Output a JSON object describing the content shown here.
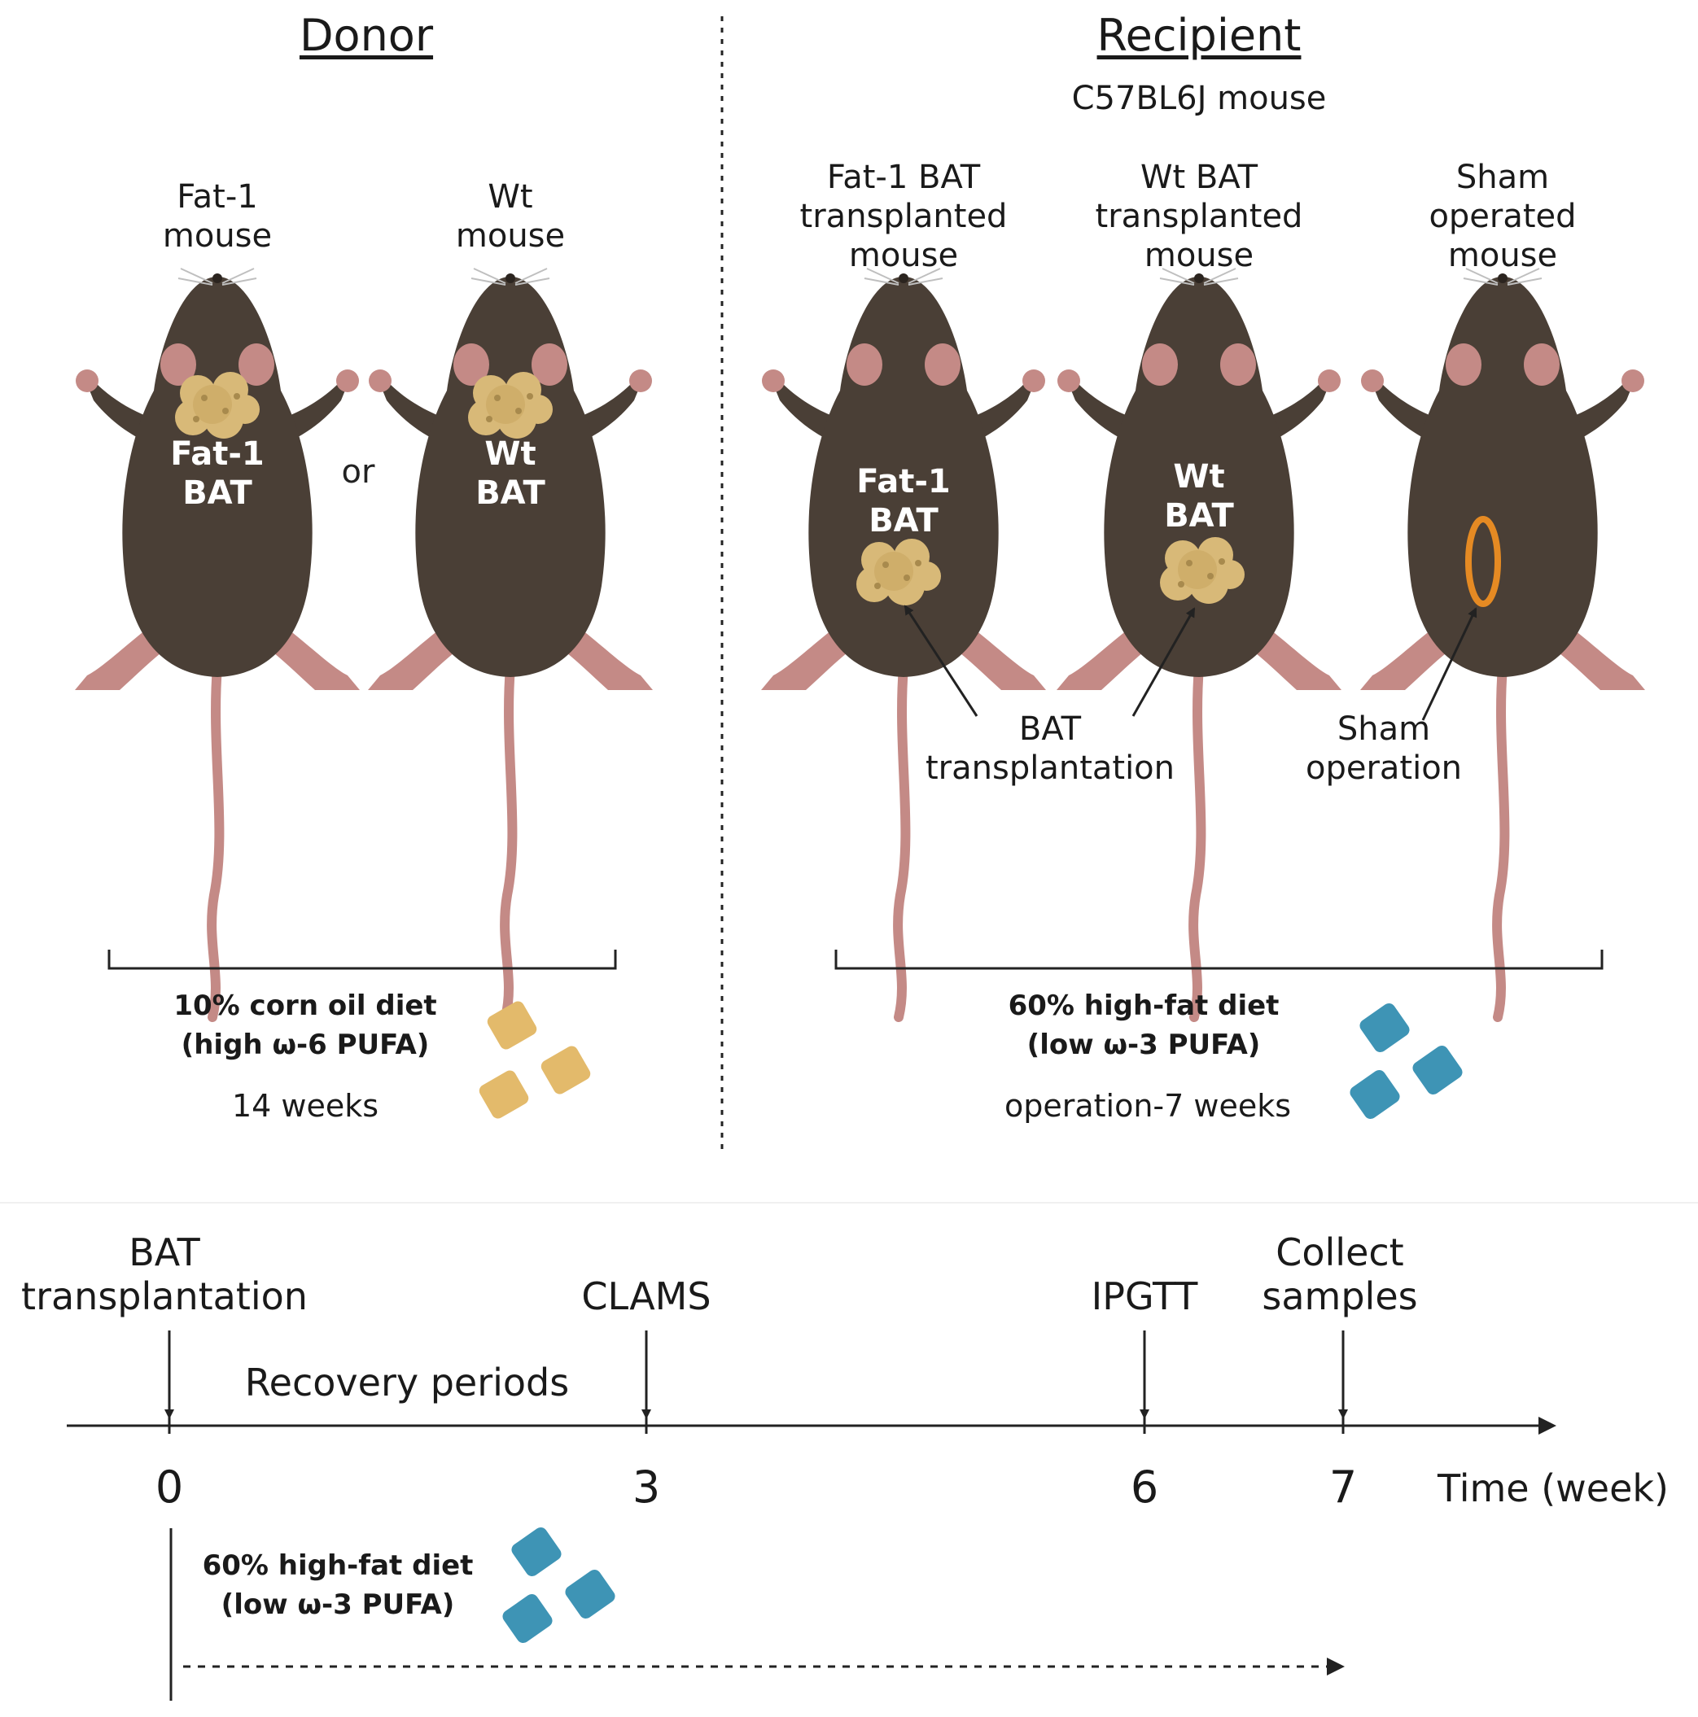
{
  "donor": {
    "heading": "Donor",
    "mouse_fat1_label": "Fat-1\nmouse",
    "mouse_wt_label": "Wt\nmouse",
    "bat_fat1": "Fat-1\nBAT",
    "bat_wt": "Wt\nBAT",
    "or": "or",
    "diet": "10% corn oil diet\n(high ω-6 PUFA)",
    "duration": "14 weeks",
    "pellet_color": "#E3BA6B"
  },
  "recipient": {
    "heading": "Recipient",
    "strain": "C57BL6J mouse",
    "mouse_fat1_label": "Fat-1 BAT\ntransplanted\nmouse",
    "mouse_wt_label": "Wt BAT\ntransplanted\nmouse",
    "mouse_sham_label": "Sham\noperated\nmouse",
    "bat_fat1": "Fat-1\nBAT",
    "bat_wt": "Wt\nBAT",
    "note_transplant": "BAT\ntransplantation",
    "note_sham": "Sham\noperation",
    "diet": "60% high-fat diet\n(low ω-3 PUFA)",
    "duration": "operation-7 weeks",
    "pellet_color": "#3E94B5",
    "incision_color": "#E58A23"
  },
  "timeline": {
    "events": [
      {
        "label": "BAT\ntransplantation",
        "week": 0
      },
      {
        "label": "CLAMS",
        "week": 3
      },
      {
        "label": "IPGTT",
        "week": 6
      },
      {
        "label": "Collect\nsamples",
        "week": 7
      }
    ],
    "ticks": [
      "0",
      "3",
      "6",
      "7"
    ],
    "axis_label": "Time (week)",
    "recovery_label": "Recovery periods",
    "diet": "60% high-fat diet\n(low ω-3 PUFA)"
  },
  "icons": [
    "mouse-icon",
    "bat-tissue-icon",
    "diet-pellet-icon",
    "incision-icon",
    "arrow-icon"
  ],
  "colors": {
    "mouse_body": "#4A3F36",
    "mouse_pink": "#C48A86",
    "bat_tissue": "#D8B978",
    "line": "#222222"
  }
}
